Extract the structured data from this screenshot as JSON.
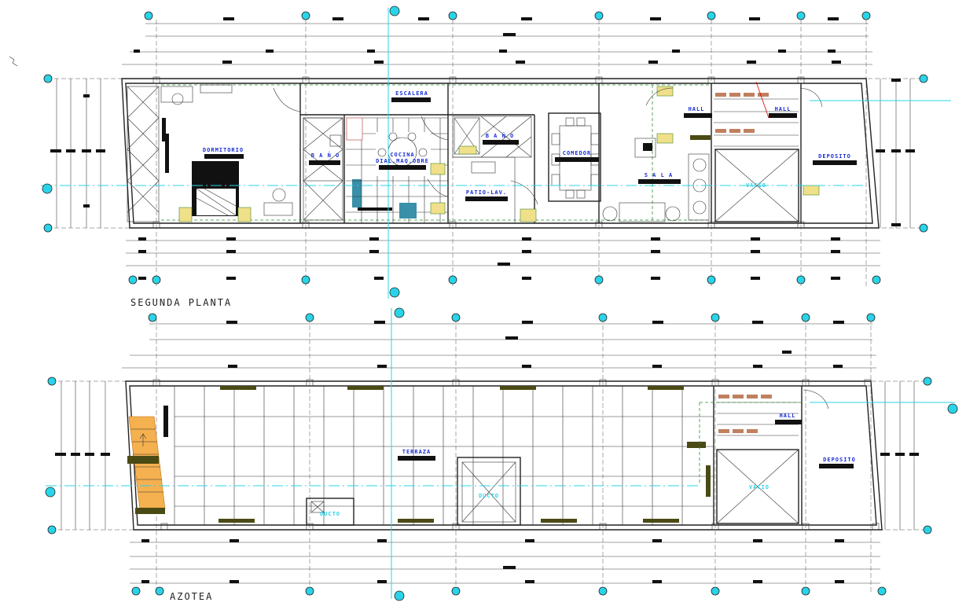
{
  "drawing": {
    "upper_plan_title": "SEGUNDA PLANTA",
    "lower_plan_title": "AZOTEA"
  },
  "upper_rooms": [
    {
      "id": "dormitorio",
      "label": "DORMITORIO"
    },
    {
      "id": "bano1",
      "label": "B A Ñ O"
    },
    {
      "id": "cocina1",
      "label": "COCINA"
    },
    {
      "id": "cocina2",
      "label": "DIAL.MAQ.OBRE"
    },
    {
      "id": "bano2",
      "label": "B A Ñ O"
    },
    {
      "id": "patio",
      "label": "PATIO-LAV."
    },
    {
      "id": "comedor",
      "label": "COMEDOR"
    },
    {
      "id": "sala",
      "label": "S A L A"
    },
    {
      "id": "hall1",
      "label": "HALL"
    },
    {
      "id": "hall2",
      "label": "HALL"
    },
    {
      "id": "deposito1",
      "label": "DEPOSITO"
    },
    {
      "id": "vacio1",
      "label": "VACIO"
    },
    {
      "id": "escalera",
      "label": "ESCALERA"
    }
  ],
  "lower_rooms": [
    {
      "id": "terraza",
      "label": "TERRAZA"
    },
    {
      "id": "hall3",
      "label": "HALL"
    },
    {
      "id": "deposito2",
      "label": "DEPOSITO"
    },
    {
      "id": "vacio2",
      "label": "VACIO"
    },
    {
      "id": "ducto1",
      "label": "DUCTO"
    },
    {
      "id": "ducto2",
      "label": "DUCTO"
    }
  ]
}
